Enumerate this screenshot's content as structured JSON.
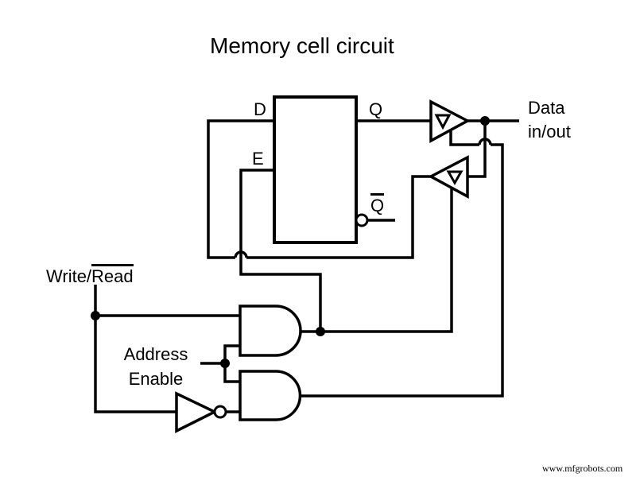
{
  "title": "Memory cell circuit",
  "latch": {
    "d": "D",
    "e": "E",
    "q": "Q",
    "qbar": "Q"
  },
  "io": {
    "data_line1": "Data",
    "data_line2": "in/out"
  },
  "control": {
    "write_prefix": "Write/",
    "read": "Read",
    "address_line1": "Address",
    "address_line2": "Enable"
  },
  "watermark": "www.mfgrobots.com",
  "colors": {
    "line": "#000000",
    "background": "#ffffff"
  }
}
